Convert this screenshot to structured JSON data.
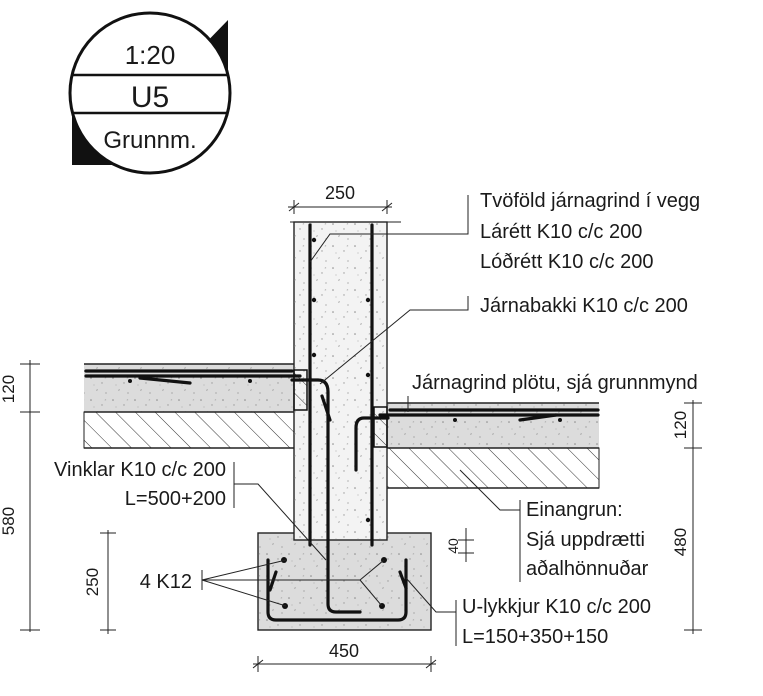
{
  "title_block": {
    "scale": "1:20",
    "code": "U5",
    "name": "Grunnm."
  },
  "dimensions": {
    "wall_width": "250",
    "floor_left_thickness": "120",
    "floor_right_thickness": "120",
    "left_height": "580",
    "footing_height": "250",
    "cover": "40",
    "right_height": "480",
    "footing_width": "450"
  },
  "annotations": {
    "wall_reinf_1": "Tvöföld járnagrind í vegg",
    "wall_reinf_2": "Lárétt K10 c/c 200",
    "wall_reinf_3": "Lóðrétt K10 c/c 200",
    "tray_bar": "Járnabakki K10 c/c 200",
    "slab_grid": "Járnagrind plötu, sjá grunnmynd",
    "stirrups_1": "Vinklar K10 c/c 200",
    "stirrups_2": "L=500+200",
    "insulation_1": "Einangrun:",
    "insulation_2": "Sjá uppdrætti",
    "insulation_3": "aðalhönnuðar",
    "footing_bars": "4 K12",
    "u_bars_1": "U-lykkjur K10 c/c 200",
    "u_bars_2": "L=150+350+150"
  }
}
